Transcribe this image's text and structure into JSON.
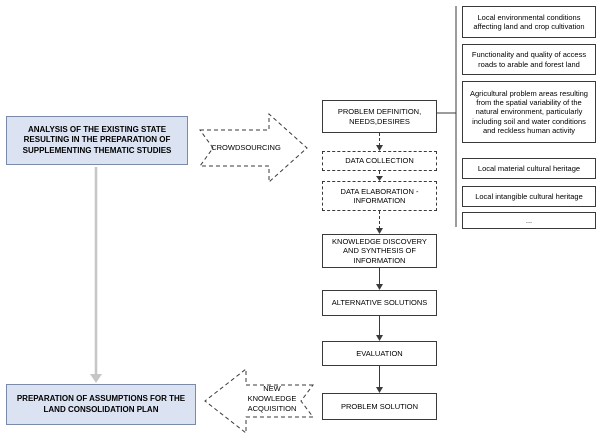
{
  "left_column": {
    "analysis_box": "ANALYSIS OF THE EXISTING STATE RESULTING IN THE PREPARATION OF SUPPLEMENTING THEMATIC STUDIES",
    "preparation_box": "PREPARATION OF ASSUMPTIONS FOR THE LAND CONSOLIDATION PLAN"
  },
  "connectors": {
    "crowdsourcing_label": "CROWDSOURCING",
    "new_knowledge_label": "NEW\nKNOWLEDGE\nACQUISITION"
  },
  "process_flow": [
    {
      "label": "PROBLEM DEFINITION, NEEDS,DESIRES",
      "style": "solid"
    },
    {
      "label": "DATA COLLECTION",
      "style": "dashed"
    },
    {
      "label": "DATA ELABORATION - INFORMATION",
      "style": "dashed"
    },
    {
      "label": "KNOWLEDGE DISCOVERY AND SYNTHESIS OF INFORMATION",
      "style": "solid"
    },
    {
      "label": "ALTERNATIVE SOLUTIONS",
      "style": "solid"
    },
    {
      "label": "EVALUATION",
      "style": "solid"
    },
    {
      "label": "PROBLEM SOLUTION",
      "style": "solid"
    }
  ],
  "right_panel": {
    "items": [
      "Local environmental conditions affecting land and crop cultivation",
      "Functionality and quality of access roads to arable and forest land",
      "Agricultural problem areas resulting from the spatial variability of the natural environment, particularly including soil and water conditions and reckless human activity",
      "Local material cultural heritage",
      "Local intangible cultural heritage",
      "..."
    ]
  },
  "colors": {
    "highlight_fill": "#dbe3f2",
    "gray_arrow": "#c6c6c6",
    "line": "#3a3a3a"
  }
}
